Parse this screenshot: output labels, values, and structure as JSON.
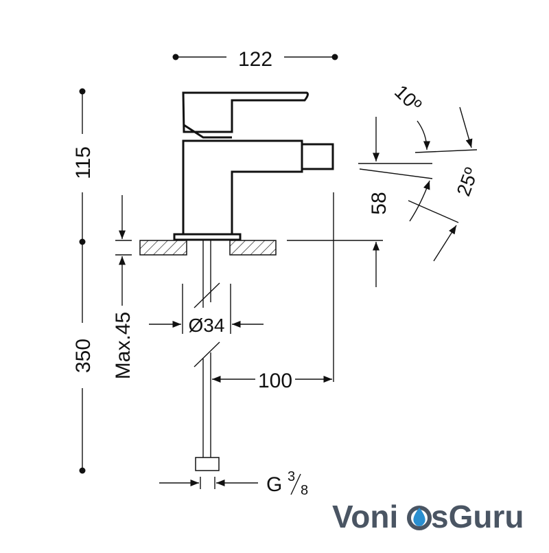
{
  "drawing": {
    "width_label": "122",
    "top_height_label": "115",
    "bottom_height_label": "350",
    "max_thickness_label": "Max.45",
    "hole_diameter_label": "Ø34",
    "reach_label": "100",
    "spout_height_label": "58",
    "angle_upper_label": "10º",
    "angle_lower_label": "25º",
    "connection_label_main": "G",
    "connection_label_num": "3",
    "connection_label_den": "8"
  },
  "logo": {
    "text_left": "Voni",
    "text_right": "sGuru",
    "brand_color": "#4a5563",
    "drop_color": "#2a8fd0"
  }
}
